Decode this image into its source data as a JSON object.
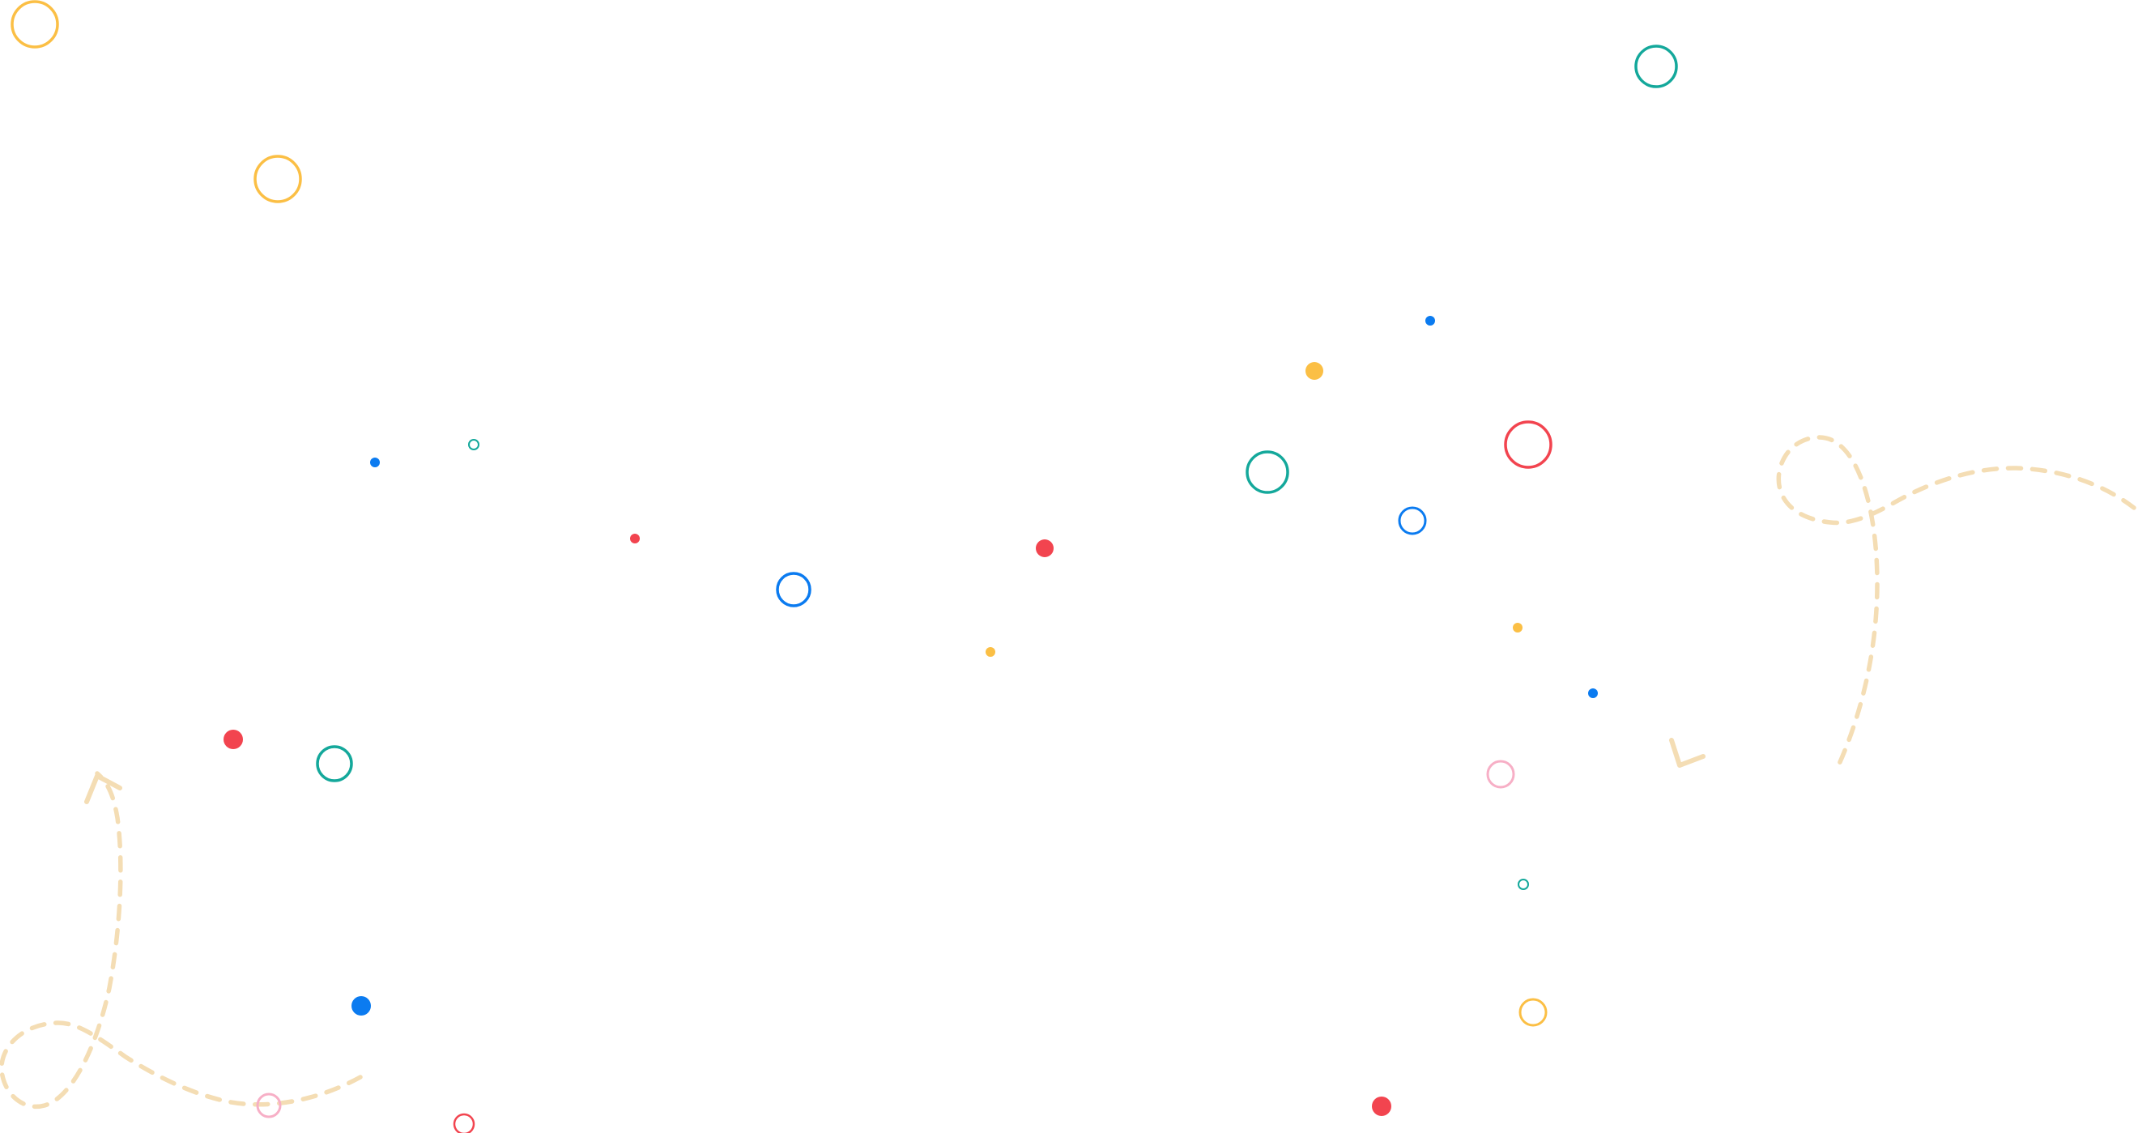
{
  "palette": {
    "yellow": "#FBBF45",
    "teal": "#14A89B",
    "blue": "#0B7BF0",
    "red": "#F2444F",
    "pink": "#F7AFC6",
    "path": "#F4DDB4"
  },
  "decor": {
    "description_visible_text": "",
    "dot_colors": [
      "yellow",
      "teal",
      "blue",
      "red",
      "pink"
    ],
    "arrow_count": 2
  }
}
